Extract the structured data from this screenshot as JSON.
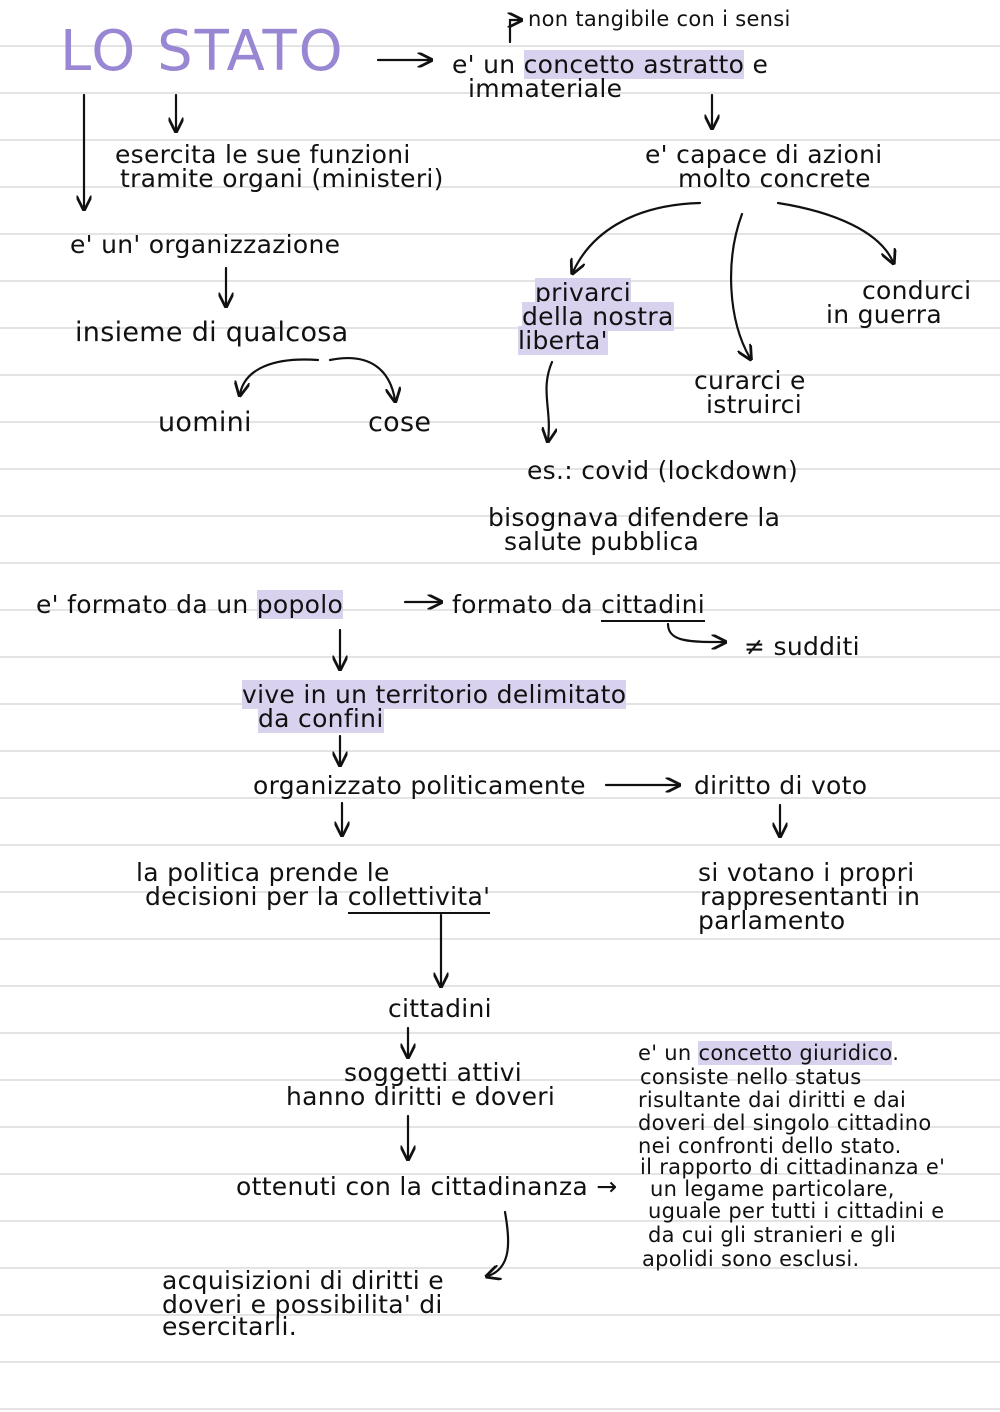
{
  "colors": {
    "title": "#9a87d3",
    "highlight": "#d9d2ee",
    "ink": "#111111",
    "rule": "#e4e4e4"
  },
  "title": "LO STATO",
  "top": {
    "tangible_note": "non tangibile con i sensi",
    "concept_pre": "e' un",
    "concept_hl": "concetto astratto",
    "concept_post": "e",
    "concept_line2": "immateriale",
    "functions_1": "esercita le sue funzioni",
    "functions_2": "tramite organi (ministeri)",
    "capable_1": "e' capace di azioni",
    "capable_2": "molto concrete"
  },
  "organization": {
    "label": "e' un' organizzazione",
    "set": "insieme di qualcosa",
    "men": "uomini",
    "things": "cose"
  },
  "actions": {
    "deprive_1": "privarci",
    "deprive_2": "della nostra",
    "deprive_3": "liberta'",
    "war_1": "condurci",
    "war_2": "in guerra",
    "care_1": "curarci e",
    "care_2": "istruirci",
    "example": "es.: covid (lockdown)",
    "defend_1": "bisognava difendere la",
    "defend_2": "salute pubblica"
  },
  "people": {
    "formed_pre": "e' formato da un",
    "formed_word": "popolo",
    "citizens_pre": "formato da",
    "citizens_word": "cittadini",
    "subjects": "≠ sudditi",
    "territory_1": "vive in un territorio delimitato",
    "territory_2": "da confini",
    "organized": "organizzato politicamente",
    "vote": "diritto di voto",
    "vote_note_1": "si votano i propri",
    "vote_note_2": "rappresentanti in",
    "vote_note_3": "parlamento",
    "politics_1": "la politica prende le",
    "politics_2_pre": "decisioni per la",
    "politics_2_word": "collettivita'"
  },
  "citizens": {
    "label": "cittadini",
    "active_1": "soggetti attivi",
    "active_2": "hanno diritti e doveri",
    "obtained": "ottenuti con la cittadinanza →",
    "acq_1": "acquisizioni di diritti e",
    "acq_2": "doveri e possibilita' di",
    "acq_3": "esercitarli."
  },
  "legal": {
    "l1_pre": "e' un",
    "l1_hl": "concetto giuridico",
    "l1_post": ".",
    "l2": "consiste nello status",
    "l3": "risultante dai diritti e dai",
    "l4": "doveri del singolo cittadino",
    "l5": "nei confronti dello stato.",
    "l6": "il rapporto di cittadinanza e'",
    "l7": "un legame particolare,",
    "l8": "uguale per tutti i cittadini e",
    "l9": "da cui gli stranieri e gli",
    "l10": "apolidi sono esclusi."
  }
}
